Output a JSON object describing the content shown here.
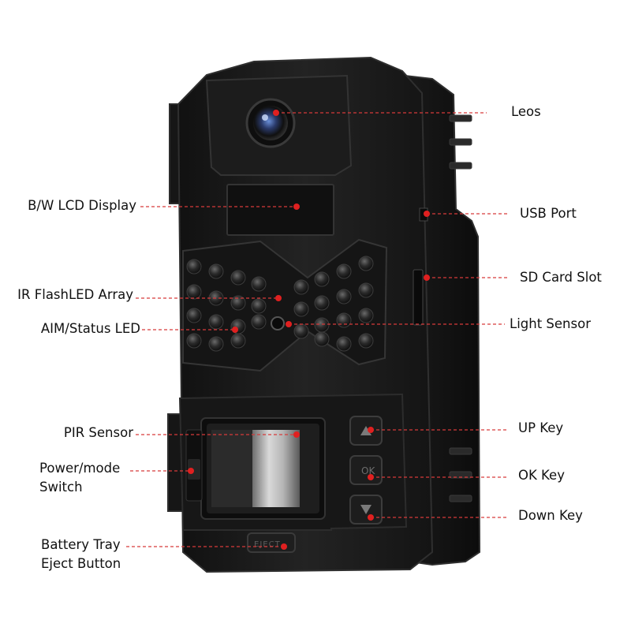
{
  "labels": {
    "lens": "Leos",
    "lcd": "B/W LCD Display",
    "usb": "USB Port",
    "sd": "SD Card Slot",
    "ir": "IR FlashLED Array",
    "aim": "AIM/Status LED",
    "light": "Light Sensor",
    "pir": "PIR Sensor",
    "up": "UP Key",
    "power": "Power/mode Switch",
    "ok": "OK Key",
    "down": "Down Key",
    "battery": "Battery Tray Eject Button"
  },
  "device_text": {
    "ok_key": "OK",
    "eject": "EJECT"
  },
  "colors": {
    "leader": "#d63a3a",
    "dot": "#e02020",
    "body": "#1a1a1a",
    "body_edge": "#2c2c2c"
  },
  "icons": [
    "up-arrow-icon",
    "down-arrow-icon"
  ]
}
